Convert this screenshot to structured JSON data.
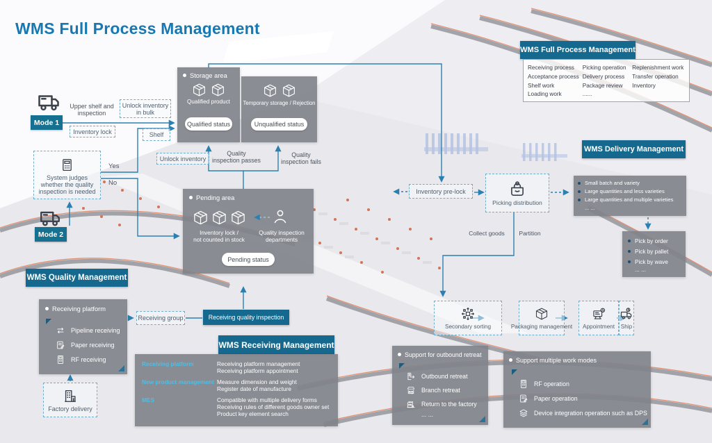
{
  "title": "WMS Full Process Management",
  "colors": {
    "accent": "#16698e",
    "line": "#2c80b0",
    "title_blue": "#1878b2",
    "panel_gray": "#83858c",
    "key_cyan": "#49c0e8"
  },
  "labels": {
    "mode1": "Mode 1",
    "mode2": "Mode 2",
    "upper_shelf": "Upper shelf and\ninspection",
    "inventory_lock": "Inventory lock",
    "unlock_bulk": "Unlock inventory\nin bulk",
    "shelf": "Shelf",
    "unlock_inventory": "Unlock inventory",
    "system_judges": "System judges\nwhether the quality\ninspection is needed",
    "yes": "Yes",
    "no": "No",
    "quality_passes": "Quality\ninspection passes",
    "quality_fails": "Quality\ninspection fails",
    "inventory_prelock": "Inventory pre-lock",
    "picking_distribution": "Picking distribution",
    "collect_goods": "Collect goods",
    "partition": "Partition",
    "receiving_group": "Receiving group",
    "receiving_quality_inspection": "Receiving quality inspection",
    "factory_delivery": "Factory delivery"
  },
  "storage": {
    "title": "Storage area",
    "qualified_caption": "Qualified product",
    "qualified_status": "Qualified status",
    "unqualified_caption": "Temporary storage / Rejection",
    "unqualified_status": "Unqualified status"
  },
  "pending": {
    "title": "Pending area",
    "inventory_caption": "Inventory lock /\nnot counted in stock",
    "department_caption": "Quality inspection\ndepartments",
    "status": "Pending status"
  },
  "process_panel": {
    "title": "WMS Full Process Management",
    "col1": [
      "Receiving process",
      "Acceptance process",
      "Shelf work",
      "Loading work"
    ],
    "col2": [
      "Picking operation",
      "Delivery process",
      "Package review",
      "......"
    ],
    "col3": [
      "Replenishment work",
      "Transfer operation",
      "Inventory"
    ]
  },
  "delivery_panel": {
    "title": "WMS Delivery Management",
    "bullets": [
      "Small batch and variety",
      "Large quantities and less varieties",
      "Large quantities and multiple varieties"
    ],
    "more": "... ...",
    "pick_modes": [
      "Pick by order",
      "Pick by pallet",
      "Pick by wave"
    ],
    "pick_more": "... ..."
  },
  "quality_panel": {
    "title": "WMS Quality Management",
    "platform_title": "Receiving platform",
    "items": [
      {
        "icon": "i-pipe",
        "label": "Pipeline receiving"
      },
      {
        "icon": "i-paper",
        "label": "Paper receiving"
      },
      {
        "icon": "i-rf",
        "label": "RF receiving"
      }
    ]
  },
  "receiving_panel": {
    "title": "WMS Receiving Management",
    "rows": [
      {
        "key": "Receiving platform",
        "value": "Receiving platform management\nReceiving platform appointment"
      },
      {
        "key": "New product management",
        "value": "Measure dimension and weight\nRegister date of manufacture"
      },
      {
        "key": "MES",
        "value": "Compatible with multiple delivery forms\nReceiving rules of different goods owner set\nProduct key element search"
      }
    ]
  },
  "outbound_panel": {
    "title": "Support for outbound retreat",
    "items": [
      {
        "icon": "i-out",
        "label": "Outbound retreat"
      },
      {
        "icon": "i-branch",
        "label": "Branch retreat"
      },
      {
        "icon": "i-retfac",
        "label": "Return to the factory"
      }
    ],
    "more": "... ..."
  },
  "workmodes_panel": {
    "title": "Support multiple work modes",
    "items": [
      {
        "icon": "i-rf",
        "label": "RF operation"
      },
      {
        "icon": "i-paper",
        "label": "Paper operation"
      },
      {
        "icon": "i-stack",
        "label": "Device integration operation such as DPS"
      }
    ]
  },
  "chain": [
    {
      "icon": "i-sort",
      "label": "Secondary sorting"
    },
    {
      "icon": "i-cube",
      "label": "Packaging management"
    },
    {
      "icon": "i-appoint",
      "label": "Appointment"
    },
    {
      "icon": "i-shiptruck",
      "label": "Ship"
    }
  ]
}
